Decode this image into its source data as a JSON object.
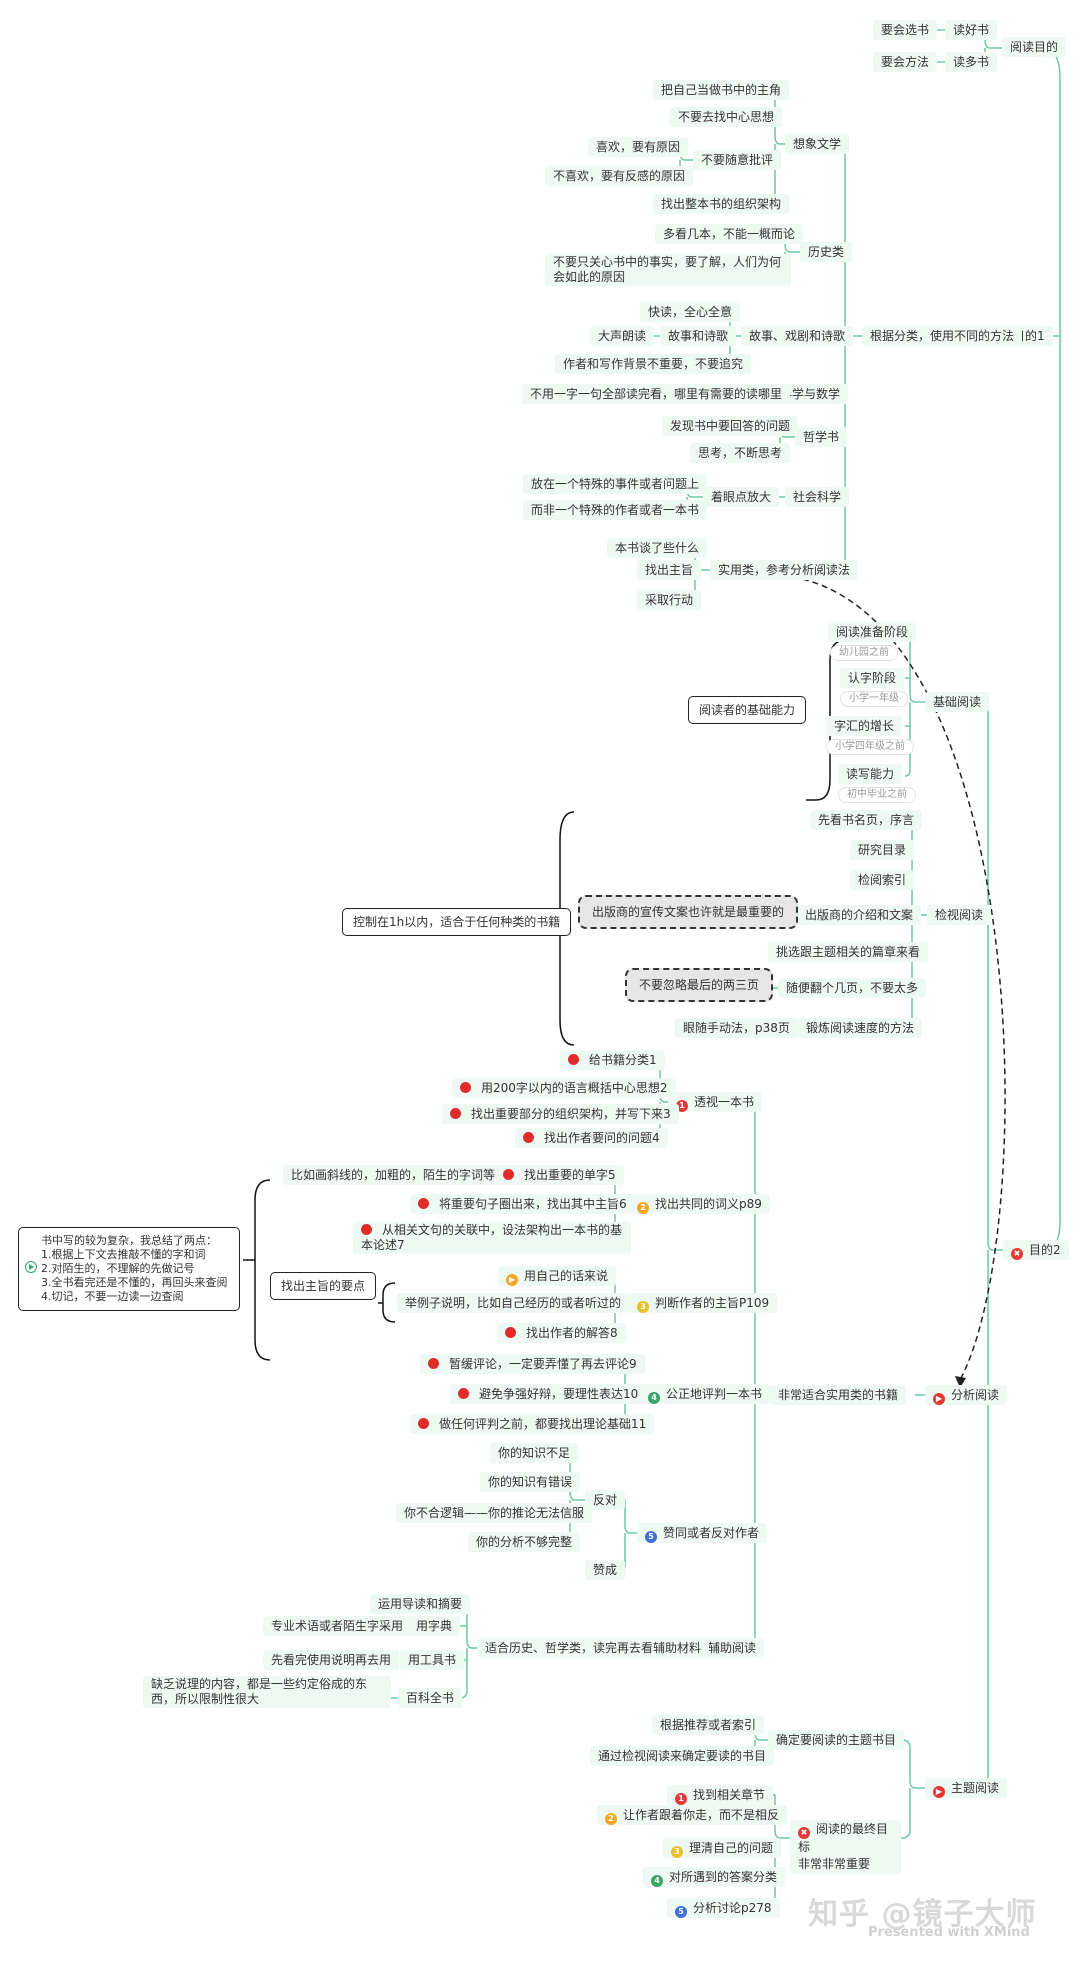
{
  "root": {
    "goal1": "目的1",
    "goal2": "目的2",
    "purpose": "阅读目的"
  },
  "purpose": {
    "read_good": "读好书",
    "choose": "要会选书",
    "read_more": "读多书",
    "method": "要会方法"
  },
  "classify": {
    "label": "根据分类，使用不同的方法",
    "imaginative": {
      "label": "想象文学",
      "items": [
        "把自己当做书中的主角",
        "不要去找中心思想",
        "不要随意批评",
        "喜欢，要有原因",
        "不喜欢，要有反感的原因",
        "找出整本书的组织架构"
      ]
    },
    "history": {
      "label": "历史类",
      "items": [
        "多看几本，不能一概而论",
        "不要只关心书中的事实，要了解，人们为何会如此的原因"
      ]
    },
    "drama": {
      "label": "故事、戏剧和诗歌",
      "items": [
        "快读，全心全意",
        "故事和诗歌",
        "大声朗读",
        "作者和写作背景不重要，不要追究"
      ]
    },
    "science": {
      "label": "科学与数学",
      "items": [
        "不用一字一句全部读完看，哪里有需要的读哪里"
      ]
    },
    "philosophy": {
      "label": "哲学书",
      "items": [
        "发现书中要回答的问题",
        "思考，不断思考"
      ]
    },
    "social": {
      "label": "社会科学",
      "items": [
        "着眼点放大",
        "放在一个特殊的事件或者问题上",
        "而非一个特殊的作者或者一本书"
      ]
    },
    "practical": {
      "label": "实用类，参考分析阅读法",
      "items": [
        "本书谈了些什么",
        "找出主旨",
        "采取行动"
      ]
    }
  },
  "basic": {
    "label": "基础阅读",
    "ability": "阅读者的基础能力",
    "stages": [
      "阅读准备阶段",
      "认字阶段",
      "字汇的增长",
      "读写能力"
    ],
    "tags": [
      "幼儿园之前",
      "小学一年级",
      "小学四年级之前",
      "初中毕业之前"
    ]
  },
  "inspect": {
    "label": "检视阅读",
    "summary": "控制在1h以内，适合于任何种类的书籍",
    "items": [
      "先看书名页，序言",
      "研究目录",
      "检阅索引",
      "出版商的介绍和文案",
      "挑选跟主题相关的篇章来看",
      "随便翻个几页，不要太多",
      "锻炼阅读速度的方法"
    ],
    "publisher_note": "出版商的宣传文案也许就是最重要的",
    "last_pages": "不要忽略最后的两三页",
    "speed_note": "眼随手动法，p38页"
  },
  "analytic": {
    "label": "分析阅读",
    "suitable": "非常适合实用类的书籍",
    "s1": {
      "label": "透视一本书",
      "num": "1",
      "items": [
        "给书籍分类1",
        "用200字以内的语言概括中心思想2",
        "找出重要部分的组织架构，并写下来3",
        "找出作者要问的问题4"
      ]
    },
    "s2": {
      "label": "找出共同的词义p89",
      "num": "2",
      "items": [
        "找出重要的单字5",
        "将重要句子圈出来，找出其中主旨6",
        "从相关文句的关联中，设法架构出一本书的基本论述7"
      ],
      "word_note": "比如画斜线的，加粗的，陌生的字词等"
    },
    "s3": {
      "label": "判断作者的主旨P109",
      "num": "3",
      "items": [
        "用自己的话来说",
        "举例子说明，比如自己经历的或者听过的",
        "找出作者的解答8"
      ],
      "key": "找出主旨的要点"
    },
    "note": [
      "书中写的较为复杂，我总结了两点：",
      "1.根据上下文去推敲不懂的字和词",
      "2.对陌生的，不理解的先做记号",
      "3.全书看完还是不懂的，再回头来查阅",
      "4.切记，不要一边读一边查阅"
    ],
    "s4": {
      "label": "公正地评判一本书",
      "num": "4",
      "items": [
        "暂缓评论，一定要弄懂了再去评论9",
        "避免争强好辩，要理性表达10",
        "做任何评判之前，都要找出理论基础11"
      ]
    },
    "s5": {
      "label": "赞同或者反对作者",
      "num": "5",
      "oppose": "反对",
      "agree": "赞成",
      "items": [
        "你的知识不足",
        "你的知识有错误",
        "你不合逻辑——你的推论无法信服",
        "你的分析不够完整"
      ]
    },
    "aux": {
      "label": "辅助阅读",
      "suitable": "适合历史、哲学类，读完再去看辅助材料",
      "items": [
        "运用导读和摘要",
        "用字典",
        "专业术语或者陌生字采用",
        "用工具书",
        "先看完使用说明再去用",
        "百科全书",
        "缺乏说理的内容，都是一些约定俗成的东西，所以限制性很大"
      ]
    }
  },
  "topic": {
    "label": "主题阅读",
    "decide": "确定要阅读的主题书目",
    "decide_items": [
      "根据推荐或者索引",
      "通过检视阅读来确定要读的书目"
    ],
    "goal": "阅读的最终目标\n非常非常重要",
    "steps": [
      "找到相关章节",
      "让作者跟着你走，而不是相反",
      "理清自己的问题",
      "对所遇到的答案分类",
      "分析讨论p278"
    ],
    "nums": [
      "1",
      "2",
      "3",
      "4",
      "5"
    ]
  },
  "watermark": {
    "main": "知乎 @镜子大师",
    "sub": "Presented with XMind"
  },
  "colors": {
    "line": "#6fc8a3",
    "bg": "#eef9f3",
    "red": "#e53935"
  }
}
